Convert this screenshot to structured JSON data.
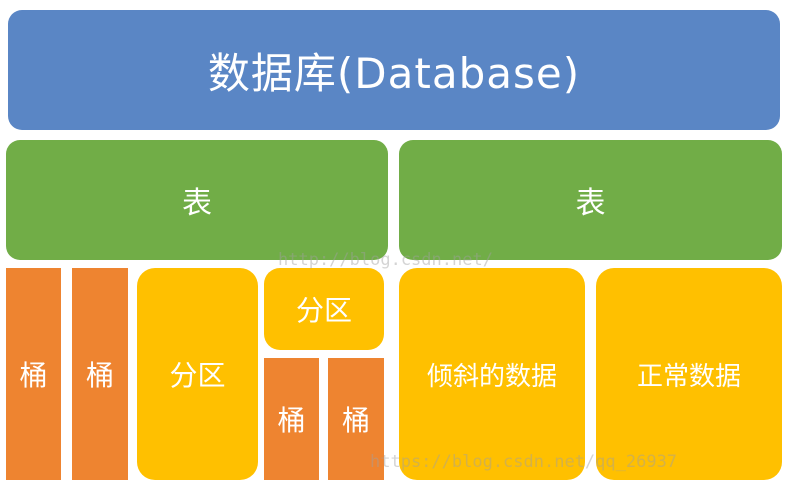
{
  "diagram": {
    "database": "数据库(Database)",
    "tables": [
      "表",
      "表"
    ],
    "left_table": {
      "bucket_1": "桶",
      "bucket_2": "桶",
      "partition_1": "分区",
      "partition_2": "分区",
      "sub_bucket_1": "桶",
      "sub_bucket_2": "桶"
    },
    "right_table": {
      "skewed_data": "倾斜的数据",
      "normal_data": "正常数据"
    }
  },
  "watermarks": {
    "top": "http://blog.csdn.net/",
    "bottom": "https://blog.csdn.net/qq_26937"
  },
  "colors": {
    "database": "#5a86c5",
    "table": "#71ad47",
    "bucket": "#ee8430",
    "partition": "#ffc000",
    "text": "#ffffff"
  }
}
